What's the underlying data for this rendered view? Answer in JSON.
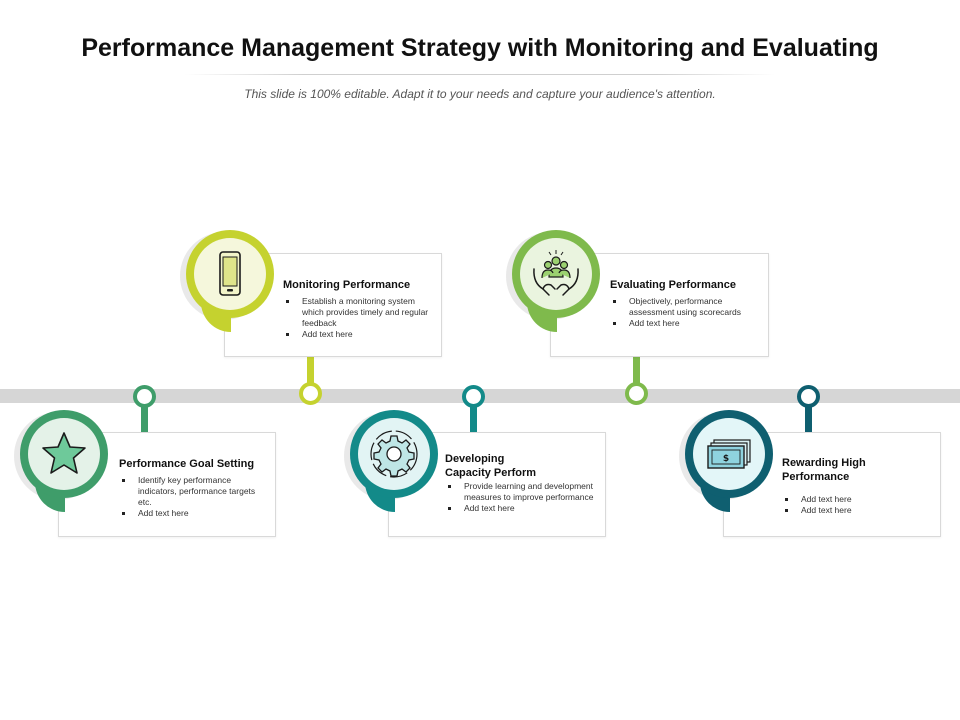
{
  "title": "Performance Management Strategy with Monitoring and Evaluating",
  "subtitle": "This slide is 100% editable. Adapt it to your needs and capture your audience's attention.",
  "colors": {
    "light_green": "#c5d22f",
    "mid_green": "#7fba4c",
    "green": "#3f9d6a",
    "teal": "#138a89",
    "dark_teal": "#0f5f70",
    "band": "#d6d6d6"
  },
  "steps": [
    {
      "title": "Performance Goal  Setting",
      "icon": "star-icon",
      "bullets": [
        "Identify key performance indicators, performance targets etc.",
        "Add text here"
      ]
    },
    {
      "title": "Monitoring  Performance",
      "icon": "mobile-phone-icon",
      "bullets": [
        "Establish a monitoring system which provides timely and regular  feedback",
        "Add text here"
      ]
    },
    {
      "title_lines": [
        "Developing",
        "Capacity Perform"
      ],
      "icon": "gear-icon",
      "bullets": [
        "Provide learning and development measures to improve performance",
        "Add text here"
      ]
    },
    {
      "title": "Evaluating  Performance",
      "icon": "team-in-hands-icon",
      "bullets": [
        "Objectively, performance assessment using scorecards",
        "Add text here"
      ]
    },
    {
      "title_lines": [
        "Rewarding High",
        "Performance"
      ],
      "icon": "dollar-bills-icon",
      "bullets": [
        "Add text here",
        "Add text here"
      ]
    }
  ]
}
